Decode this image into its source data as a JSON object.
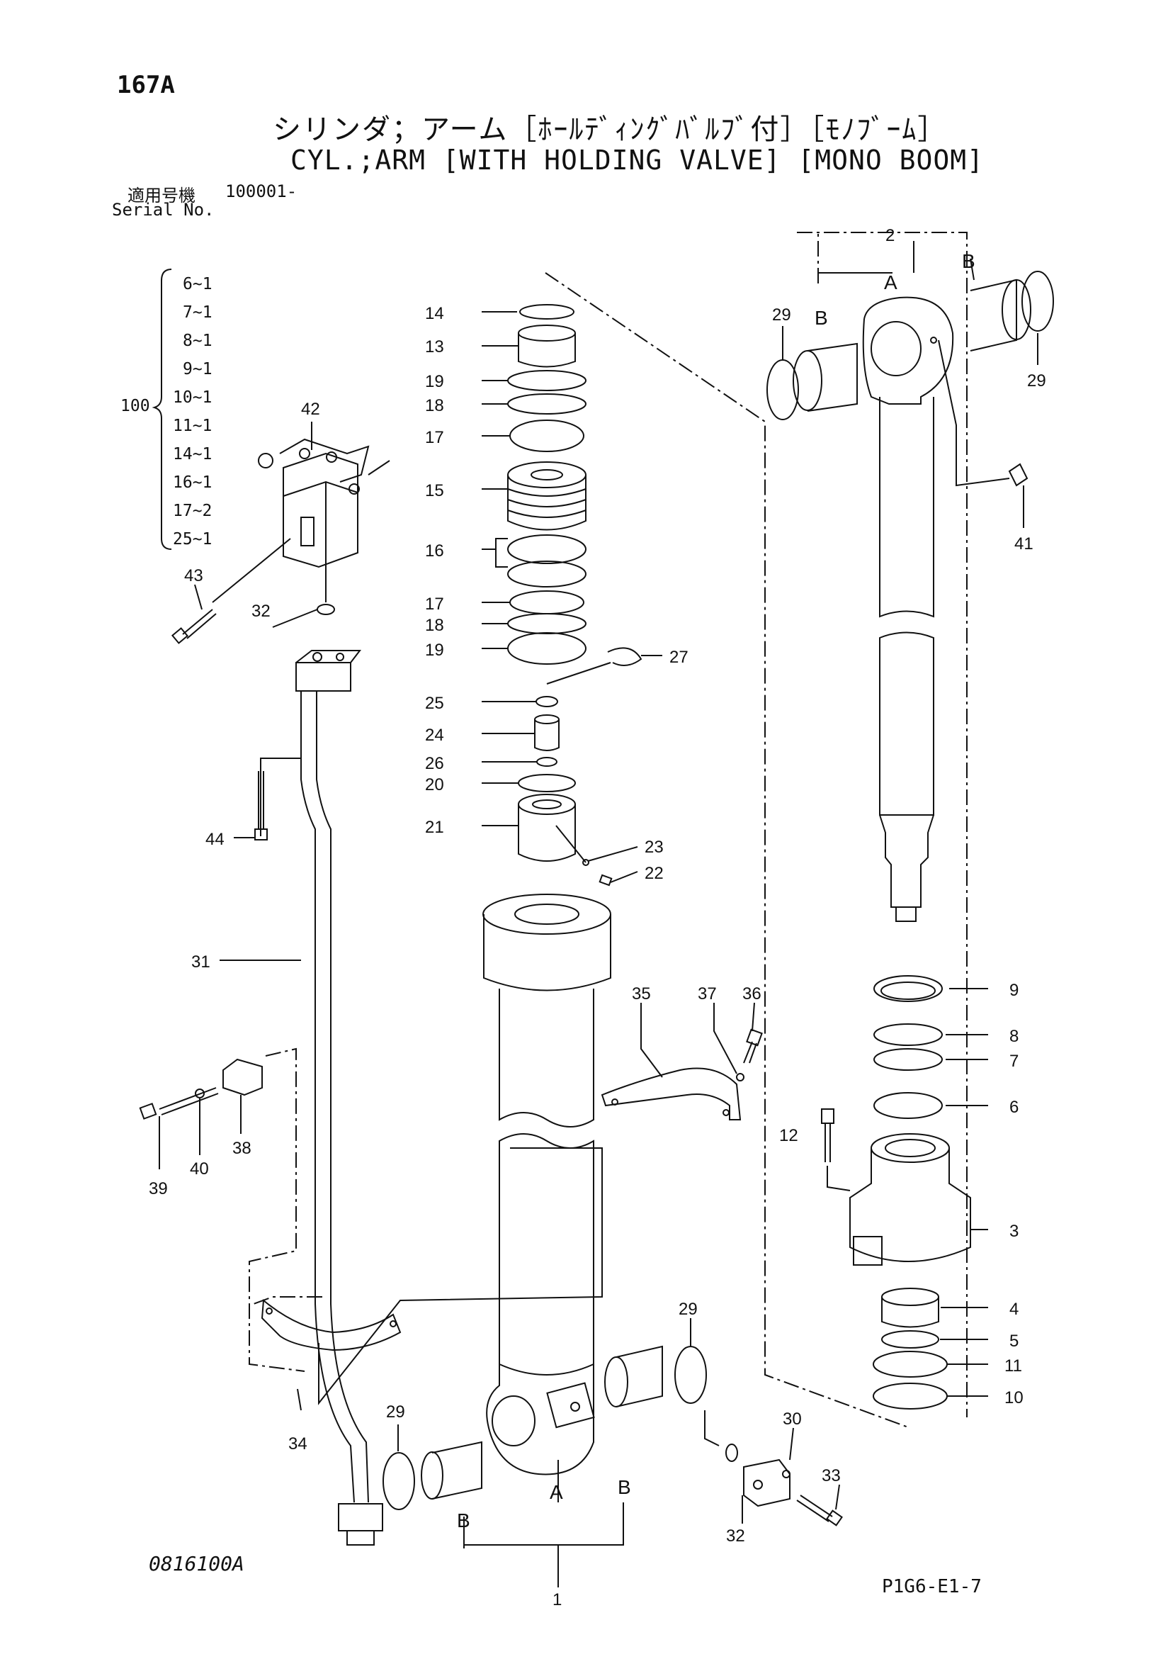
{
  "header": {
    "page_code": "167A",
    "title_jp": "シリンダ；アーム［ﾎｰﾙﾃﾞｨﾝｸﾞﾊﾞﾙﾌﾞ付］［ﾓﾉﾌﾞｰﾑ］",
    "title_en": "CYL.;ARM [WITH HOLDING VALVE] [MONO BOOM]",
    "serial_label_jp": "適用号機",
    "serial_label_en": "Serial No.",
    "serial_value": "100001-"
  },
  "kit": {
    "number": "100",
    "items": [
      "6~1",
      "7~1",
      "8~1",
      "9~1",
      "10~1",
      "11~1",
      "14~1",
      "16~1",
      "17~2",
      "25~1"
    ]
  },
  "callouts": {
    "c1": "1",
    "c2": "2",
    "c3": "3",
    "c4": "4",
    "c5": "5",
    "c6": "6",
    "c7": "7",
    "c8": "8",
    "c9": "9",
    "c10": "10",
    "c11": "11",
    "c12": "12",
    "c13": "13",
    "c14": "14",
    "c15": "15",
    "c16": "16",
    "c17": "17",
    "c18": "18",
    "c19": "19",
    "c20": "20",
    "c21": "21",
    "c22": "22",
    "c23": "23",
    "c24": "24",
    "c25": "25",
    "c26": "26",
    "c27": "27",
    "c29": "29",
    "c30": "30",
    "c31": "31",
    "c32": "32",
    "c33": "33",
    "c34": "34",
    "c35": "35",
    "c36": "36",
    "c37": "37",
    "c38": "38",
    "c39": "39",
    "c40": "40",
    "c41": "41",
    "c42": "42",
    "c43": "43",
    "c44": "44",
    "marker_a": "A",
    "marker_b": "B"
  },
  "footer": {
    "drawing_no": "0816100A",
    "page_ref": "P1G6-E1-7"
  }
}
